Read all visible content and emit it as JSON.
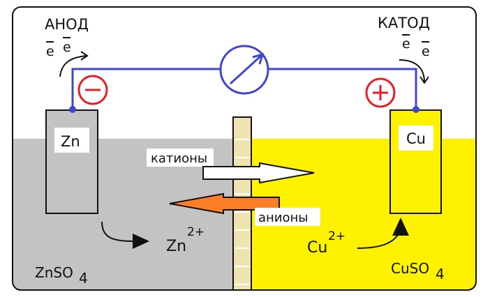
{
  "labels": {
    "anode": "АНОД",
    "cathode": "КАТОД",
    "electron": "e",
    "anode_metal": "Zn",
    "cathode_metal": "Cu",
    "cations": "катионы",
    "anions": "анионы",
    "zn_ion": "Zn",
    "zn_charge": "2+",
    "cu_ion": "Cu",
    "cu_charge": "2+",
    "left_solution_main": "ZnSO",
    "left_solution_sub": "4",
    "right_solution_main": "CuSO",
    "right_solution_sub": "4",
    "minus_sign": "−",
    "plus_sign": "+"
  },
  "colors": {
    "left_solution": "#c3c3c3",
    "right_solution": "#fff200",
    "bridge": "#efe4b0",
    "wire": "#3f48cc",
    "terminal_ring": "#ed1c24",
    "cation_arrow": "#ffffff",
    "anion_arrow": "#ff7f27"
  },
  "icons": {
    "meter": "galvanometer-icon",
    "anode_terminal": "minus-circle-icon",
    "cathode_terminal": "plus-circle-icon"
  }
}
